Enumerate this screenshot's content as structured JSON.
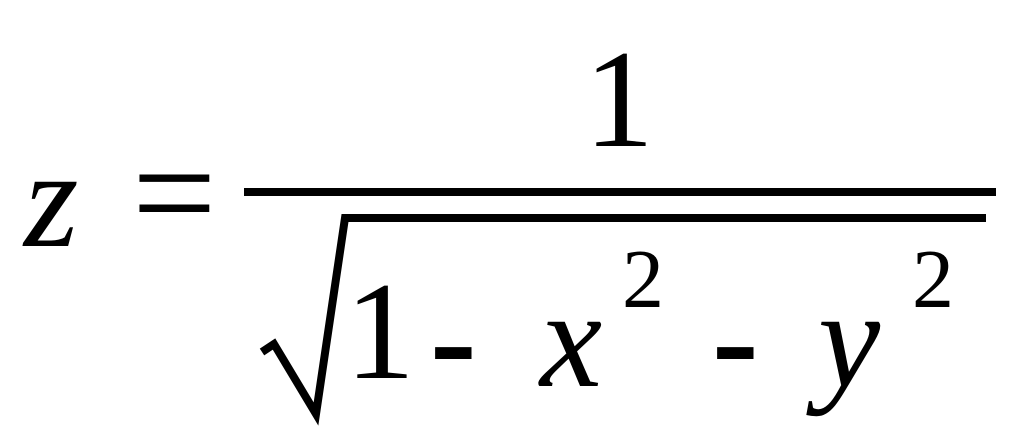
{
  "formula": {
    "lhs_variable": "z",
    "equals_sign": "=",
    "numerator": "1",
    "denominator": {
      "constant": "1",
      "operator_1": "-",
      "term_1_variable": "x",
      "term_1_exponent": "2",
      "operator_2": "-",
      "term_2_variable": "y",
      "term_2_exponent": "2"
    }
  },
  "colors": {
    "ink": "#000000",
    "background": "#ffffff"
  }
}
